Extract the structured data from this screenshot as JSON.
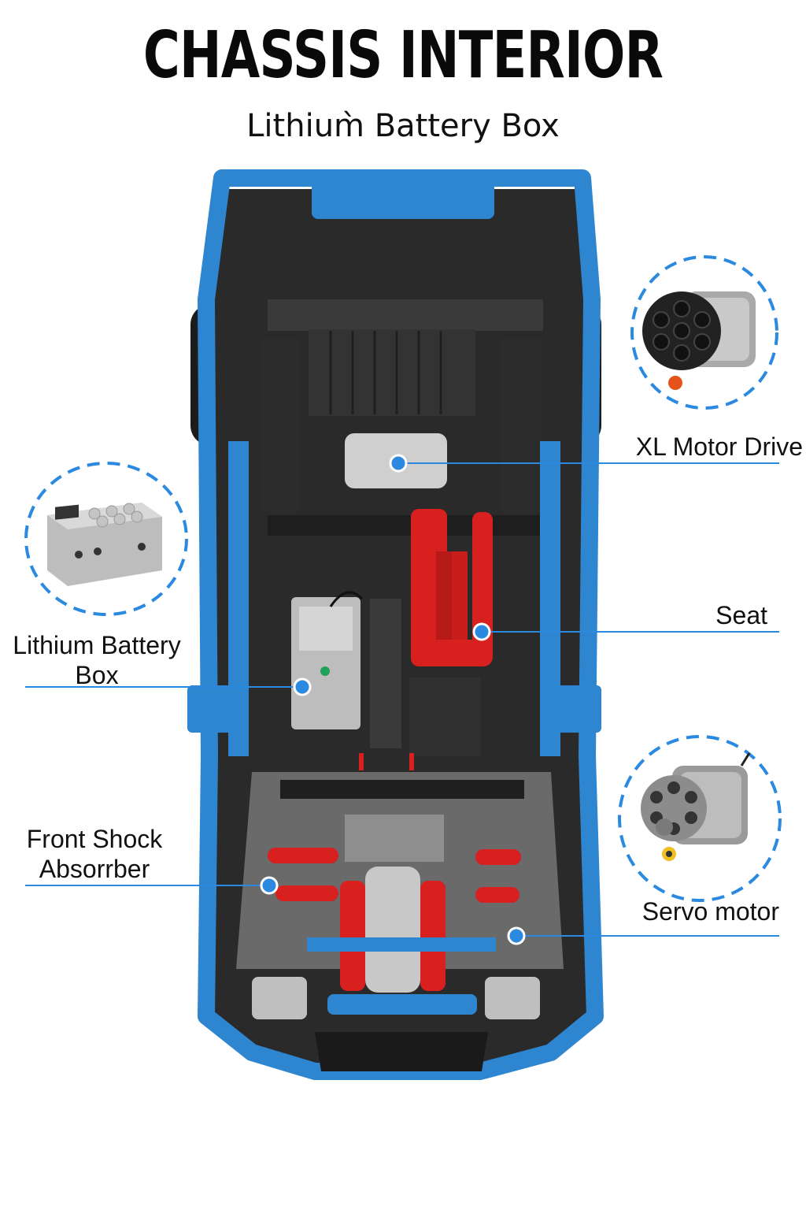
{
  "title": "CHASSIS INTERIOR",
  "subtitle": "Lithium̀ Battery Box",
  "callouts": {
    "xl_motor": "XL Motor Drive",
    "seat": "Seat",
    "battery_line1": "Lithium Battery",
    "battery_line2": "Box",
    "shock_line1": "Front Shock",
    "shock_line2": "Absorrber",
    "servo": "Servo motor"
  },
  "colors": {
    "body_blue": "#2f86d0",
    "callout_blue": "#2b8ae0",
    "seat_red": "#d8201e",
    "frame_black": "#222222"
  },
  "icons": [
    "xl-motor-icon",
    "battery-box-icon",
    "servo-motor-icon"
  ]
}
